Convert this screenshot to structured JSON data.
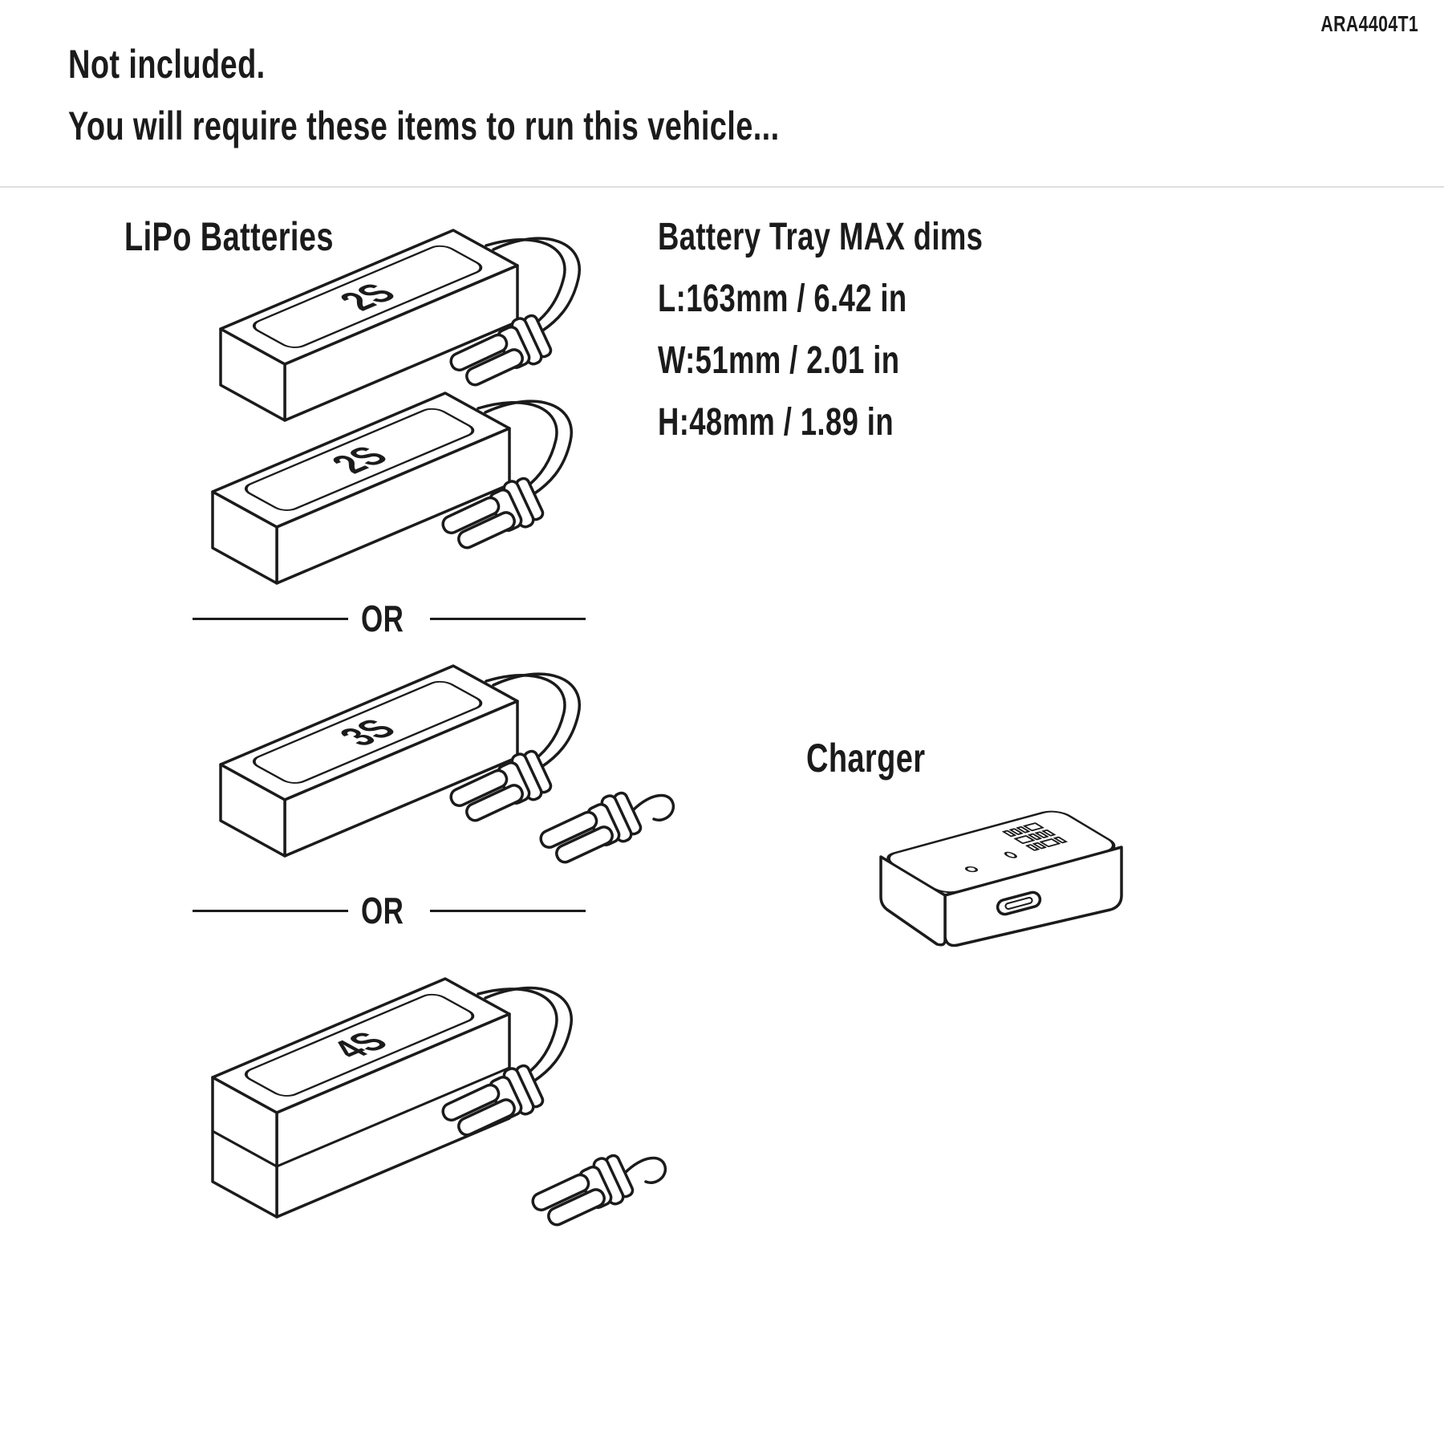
{
  "page": {
    "part_number": "ARA4404T1"
  },
  "header": {
    "line1": "Not included.",
    "line2": "You will require these items to run this vehicle..."
  },
  "batteries": {
    "section_label": "LiPo Batteries",
    "or_label": "OR",
    "items": [
      {
        "label": "2S"
      },
      {
        "label": "2S"
      },
      {
        "label": "3S"
      },
      {
        "label": "4S"
      }
    ]
  },
  "battery_tray": {
    "title": "Battery Tray MAX dims",
    "dim_length": "L:163mm / 6.42 in",
    "dim_width": "W:51mm / 2.01 in",
    "dim_height": "H:48mm / 1.89 in"
  },
  "charger": {
    "label": "Charger"
  },
  "colors": {
    "line": "#1b1b1b",
    "rule": "#dedede"
  }
}
